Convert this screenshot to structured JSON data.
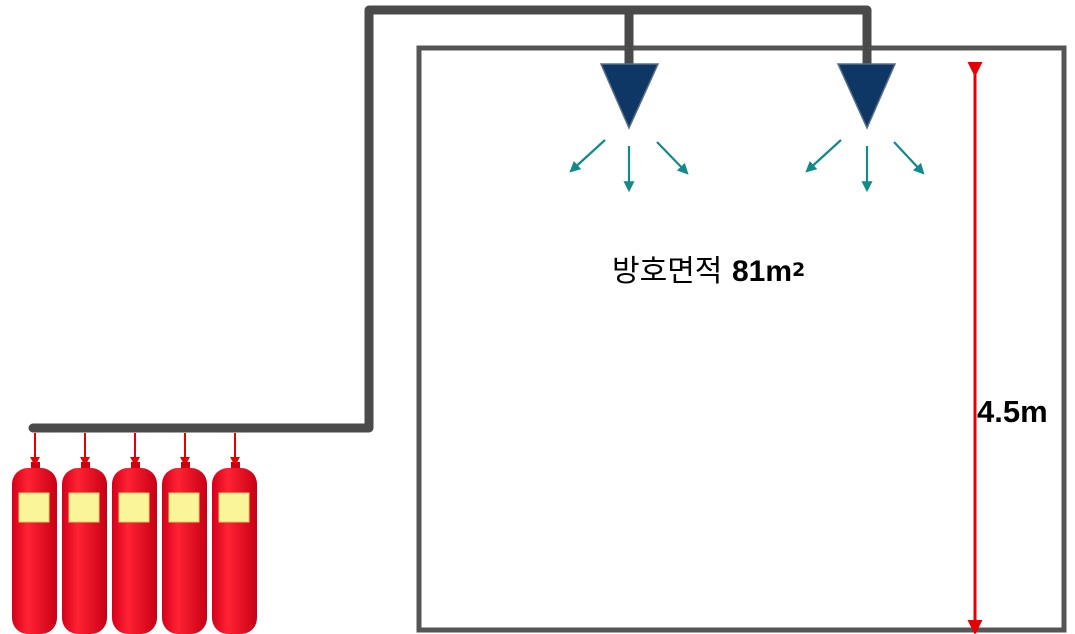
{
  "room": {
    "area_label_prefix": "방호면적",
    "area_value": "81m",
    "area_superscript": "2",
    "height_label": "4.5m"
  },
  "colors": {
    "pipe": "#4a4a4a",
    "room_outline": "#555555",
    "nozzle": "#0f3766",
    "spray_arrow": "#138a8a",
    "cylinder_body": "#ee1122",
    "cylinder_label": "#fbf59a",
    "dimension_arrow": "#e60000"
  },
  "cylinders": {
    "count": 5
  },
  "nozzles": {
    "count": 2
  },
  "icons": [
    "nozzle-icon",
    "spray-arrow-icon",
    "gas-cylinder-icon",
    "dimension-arrow-icon"
  ]
}
